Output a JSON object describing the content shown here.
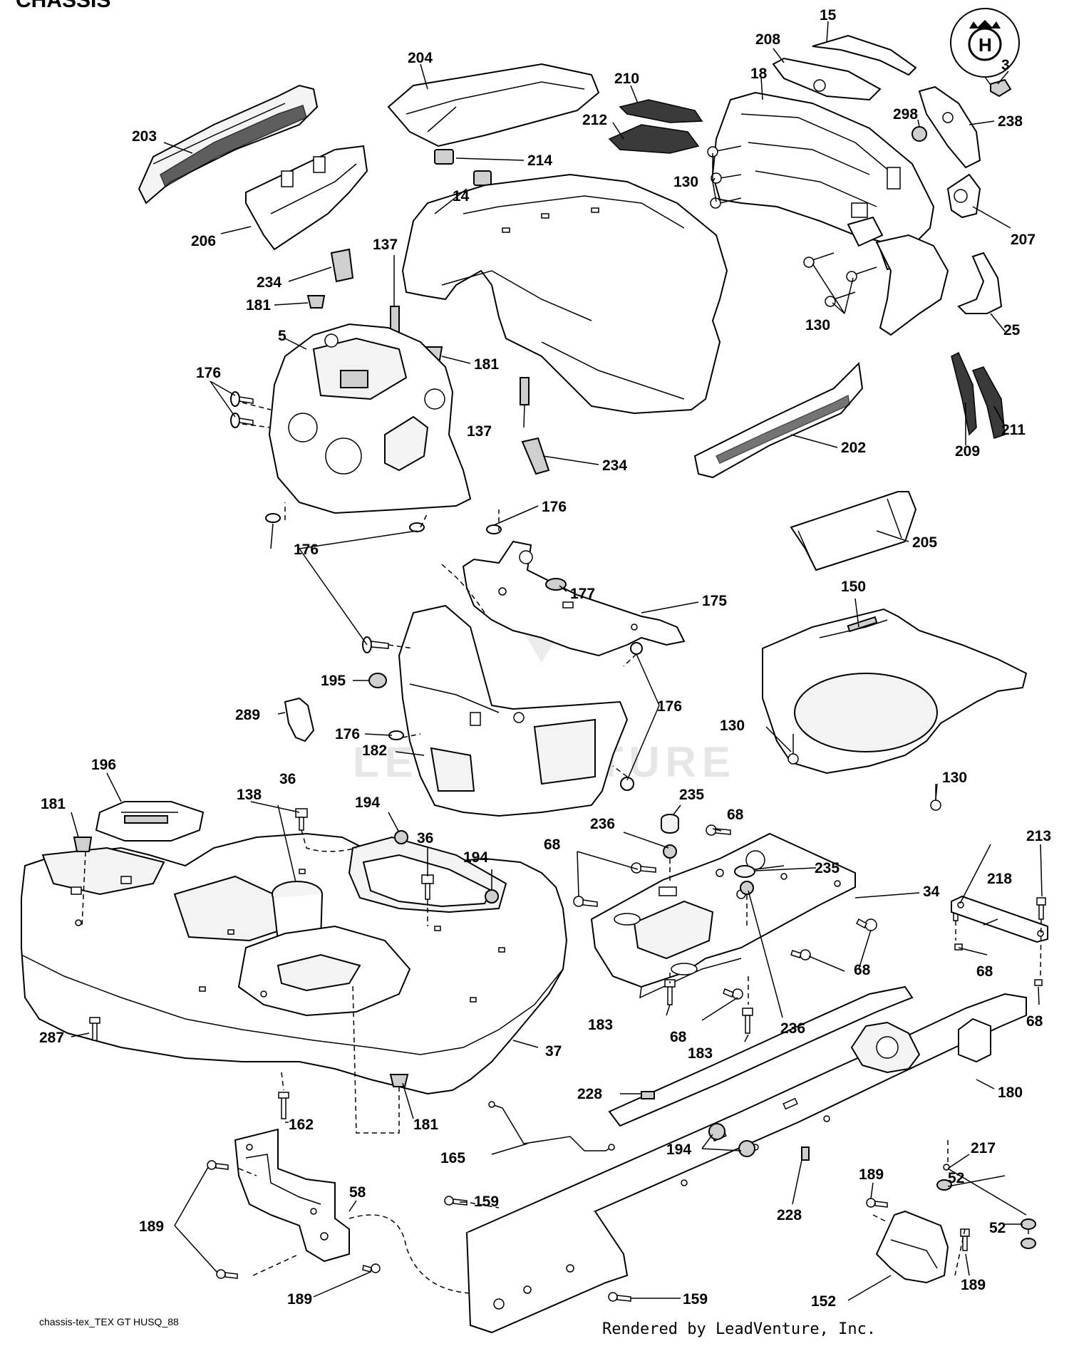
{
  "diagram": {
    "title": "CHASSIS",
    "footer_left": "chassis-tex_TEX GT HUSQ_88",
    "footer_right": "Rendered by LeadVenture, Inc.",
    "watermark": "LEADVENTURE",
    "logo_letter": "H",
    "callouts": [
      "15",
      "208",
      "3",
      "204",
      "210",
      "18",
      "238",
      "298",
      "212",
      "214",
      "130",
      "203",
      "207",
      "206",
      "14",
      "137",
      "234",
      "181",
      "25",
      "5",
      "176",
      "137",
      "234",
      "202",
      "209",
      "211",
      "205",
      "177",
      "175",
      "150",
      "195",
      "289",
      "182",
      "196",
      "36",
      "138",
      "194",
      "235",
      "68",
      "236",
      "213",
      "218",
      "34",
      "287",
      "37",
      "162",
      "228",
      "180",
      "165",
      "159",
      "58",
      "189",
      "217",
      "52",
      "152",
      "183"
    ]
  }
}
